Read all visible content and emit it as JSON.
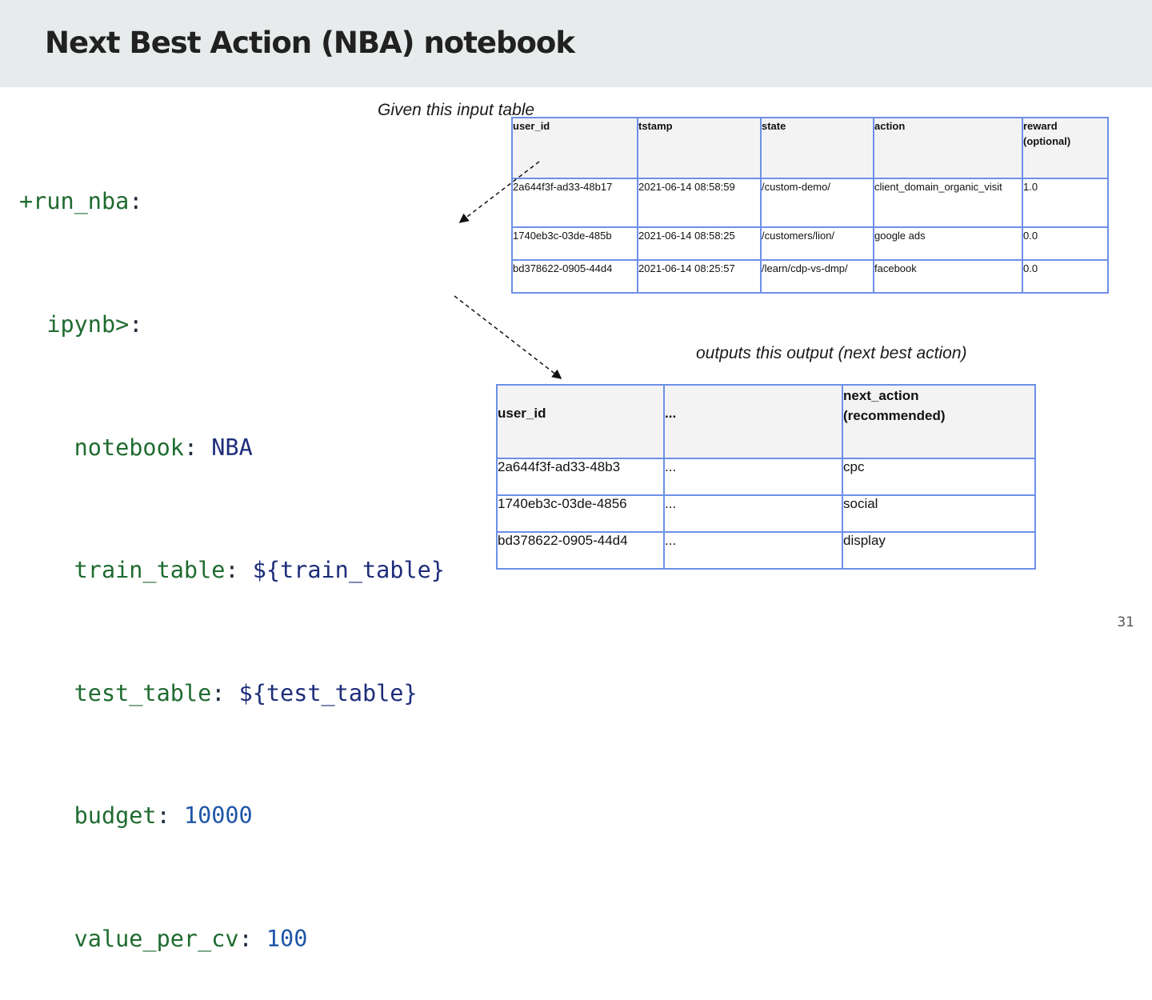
{
  "slide": {
    "title": "Next Best Action (NBA) notebook",
    "page_number": "31"
  },
  "code": {
    "line1_key": "+run_nba",
    "line2_key": "ipynb>",
    "notebook_key": "notebook",
    "notebook_value": "NBA",
    "train_key": "train_table",
    "train_value": "${train_table}",
    "test_key": "test_table",
    "test_value": "${test_table}",
    "budget_key": "budget",
    "budget_value": "10000",
    "value_key": "value_per_cv",
    "value_value": "100"
  },
  "input_section": {
    "caption": "Given this input table",
    "headers": [
      "user_id",
      "tstamp",
      "state",
      "action",
      "reward (optional)"
    ],
    "rows": [
      [
        "2a644f3f-ad33-48b17",
        "2021-06-14 08:58:59",
        "/custom-demo/",
        "client_domain_organic_visit",
        "1.0"
      ],
      [
        "1740eb3c-03de-485b",
        "2021-06-14 08:58:25",
        "/customers/lion/",
        "google ads",
        "0.0"
      ],
      [
        "bd378622-0905-44d4",
        "2021-06-14 08:25:57",
        "/learn/cdp-vs-dmp/",
        "facebook",
        "0.0"
      ]
    ]
  },
  "output_section": {
    "caption": "outputs this output (next best action)",
    "headers": [
      "user_id",
      "...",
      "next_action (recommended)"
    ],
    "rows": [
      [
        "2a644f3f-ad33-48b3",
        "...",
        "cpc"
      ],
      [
        "1740eb3c-03de-4856",
        "...",
        "social"
      ],
      [
        "bd378622-0905-44d4",
        "...",
        "display"
      ]
    ]
  }
}
